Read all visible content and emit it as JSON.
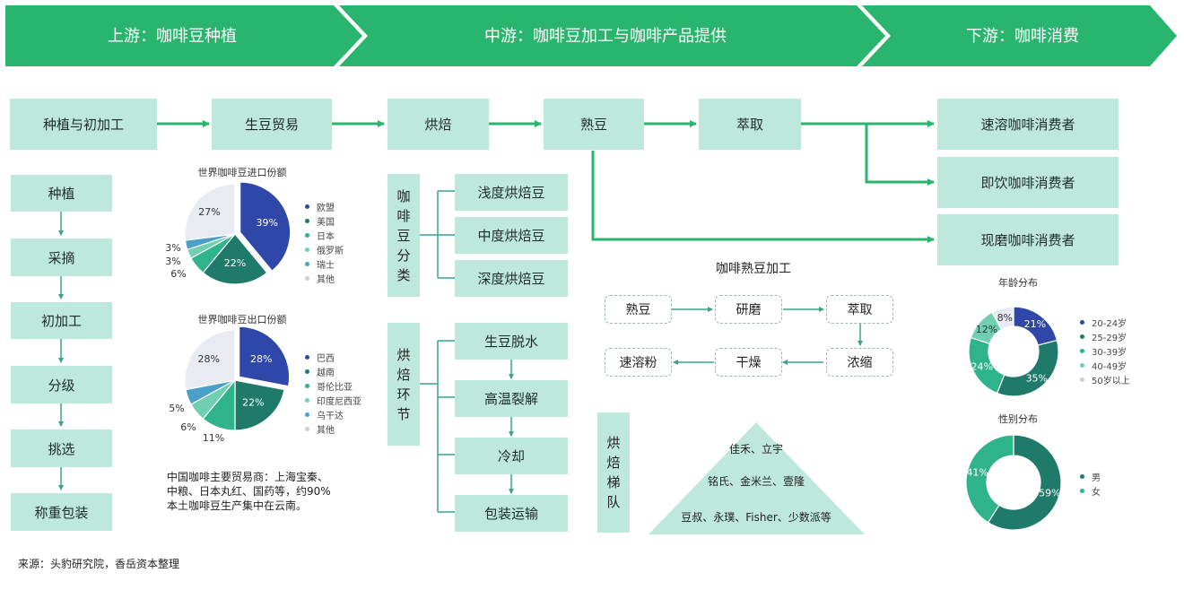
{
  "header": {
    "stage_upstream": "上游：咖啡豆种植",
    "stage_midstream": "中游：咖啡豆加工与咖啡产品提供",
    "stage_downstream": "下游：咖啡消费"
  },
  "chain": {
    "planting": "种植与初加工",
    "bean_trade": "生豆贸易",
    "roasting": "烘焙",
    "roasted_bean": "熟豆",
    "extraction": "萃取",
    "instant_consumer": "速溶咖啡消费者",
    "rtd_consumer": "即饮咖啡消费者",
    "fresh_consumer": "现磨咖啡消费者"
  },
  "upstream_steps": [
    "种植",
    "采摘",
    "初加工",
    "分级",
    "挑选",
    "称重包装"
  ],
  "roast_category": {
    "label_chars": [
      "咖",
      "啡",
      "豆",
      "分",
      "类"
    ],
    "items": [
      "浅度烘焙豆",
      "中度烘焙豆",
      "深度烘焙豆"
    ]
  },
  "roast_process": {
    "label_chars": [
      "烘",
      "焙",
      "环",
      "节"
    ],
    "items": [
      "生豆脱水",
      "高温裂解",
      "冷却",
      "包装运输"
    ]
  },
  "processing": {
    "title": "咖啡熟豆加工",
    "row1": [
      "熟豆",
      "研磨",
      "萃取"
    ],
    "row2": [
      "速溶粉",
      "干燥",
      "浓缩"
    ]
  },
  "roaster_team": {
    "label_chars": [
      "烘",
      "焙",
      "梯",
      "队"
    ],
    "tiers": [
      "佳禾、立宇",
      "铭氏、金米兰、壹隆",
      "豆叔、永璞、Fisher、少数派等"
    ]
  },
  "notes": {
    "traders": [
      "中国咖啡主要贸易商：上海宝秦、",
      "中粮、日本丸红、国药等，约90%",
      "本土咖啡豆生产集中在云南。"
    ],
    "source": "来源：头豹研究院，香岳资本整理"
  },
  "chart_data": [
    {
      "type": "pie",
      "title": "世界咖啡豆进口份额",
      "categories": [
        "欧盟",
        "美国",
        "日本",
        "俄罗斯",
        "瑞士",
        "其他"
      ],
      "values": [
        39,
        22,
        6,
        3,
        3,
        27
      ],
      "value_labels": [
        "39%",
        "22%",
        "6%",
        "3%",
        "3%",
        "27%"
      ],
      "colors": [
        "#2f47a8",
        "#1f7a6a",
        "#2fb38a",
        "#6fcfb0",
        "#4aa0c8",
        "#e8ecf2"
      ]
    },
    {
      "type": "pie",
      "title": "世界咖啡豆出口份额",
      "categories": [
        "巴西",
        "越南",
        "哥伦比亚",
        "印度尼西亚",
        "乌干达",
        "其他"
      ],
      "values": [
        28,
        22,
        11,
        6,
        5,
        28
      ],
      "value_labels": [
        "28%",
        "22%",
        "11%",
        "6%",
        "5%",
        "28%"
      ],
      "colors": [
        "#2f47a8",
        "#1f7a6a",
        "#2fb38a",
        "#6fcfb0",
        "#4aa0c8",
        "#e8ecf2"
      ]
    },
    {
      "type": "pie",
      "title": "年龄分布",
      "categories": [
        "20-24岁",
        "25-29岁",
        "30-39岁",
        "40-49岁",
        "50岁以上"
      ],
      "values": [
        21,
        35,
        24,
        12,
        8
      ],
      "value_labels": [
        "21%",
        "35%",
        "24%",
        "12%",
        "8%"
      ],
      "colors": [
        "#2f47a8",
        "#1f7a6a",
        "#2fb38a",
        "#6fcfb0",
        "#e8ecf2"
      ]
    },
    {
      "type": "pie",
      "title": "性别分布",
      "categories": [
        "男",
        "女"
      ],
      "values": [
        59,
        41
      ],
      "value_labels": [
        "59%",
        "41%"
      ],
      "colors": [
        "#1f7a6a",
        "#2fb38a"
      ]
    }
  ]
}
